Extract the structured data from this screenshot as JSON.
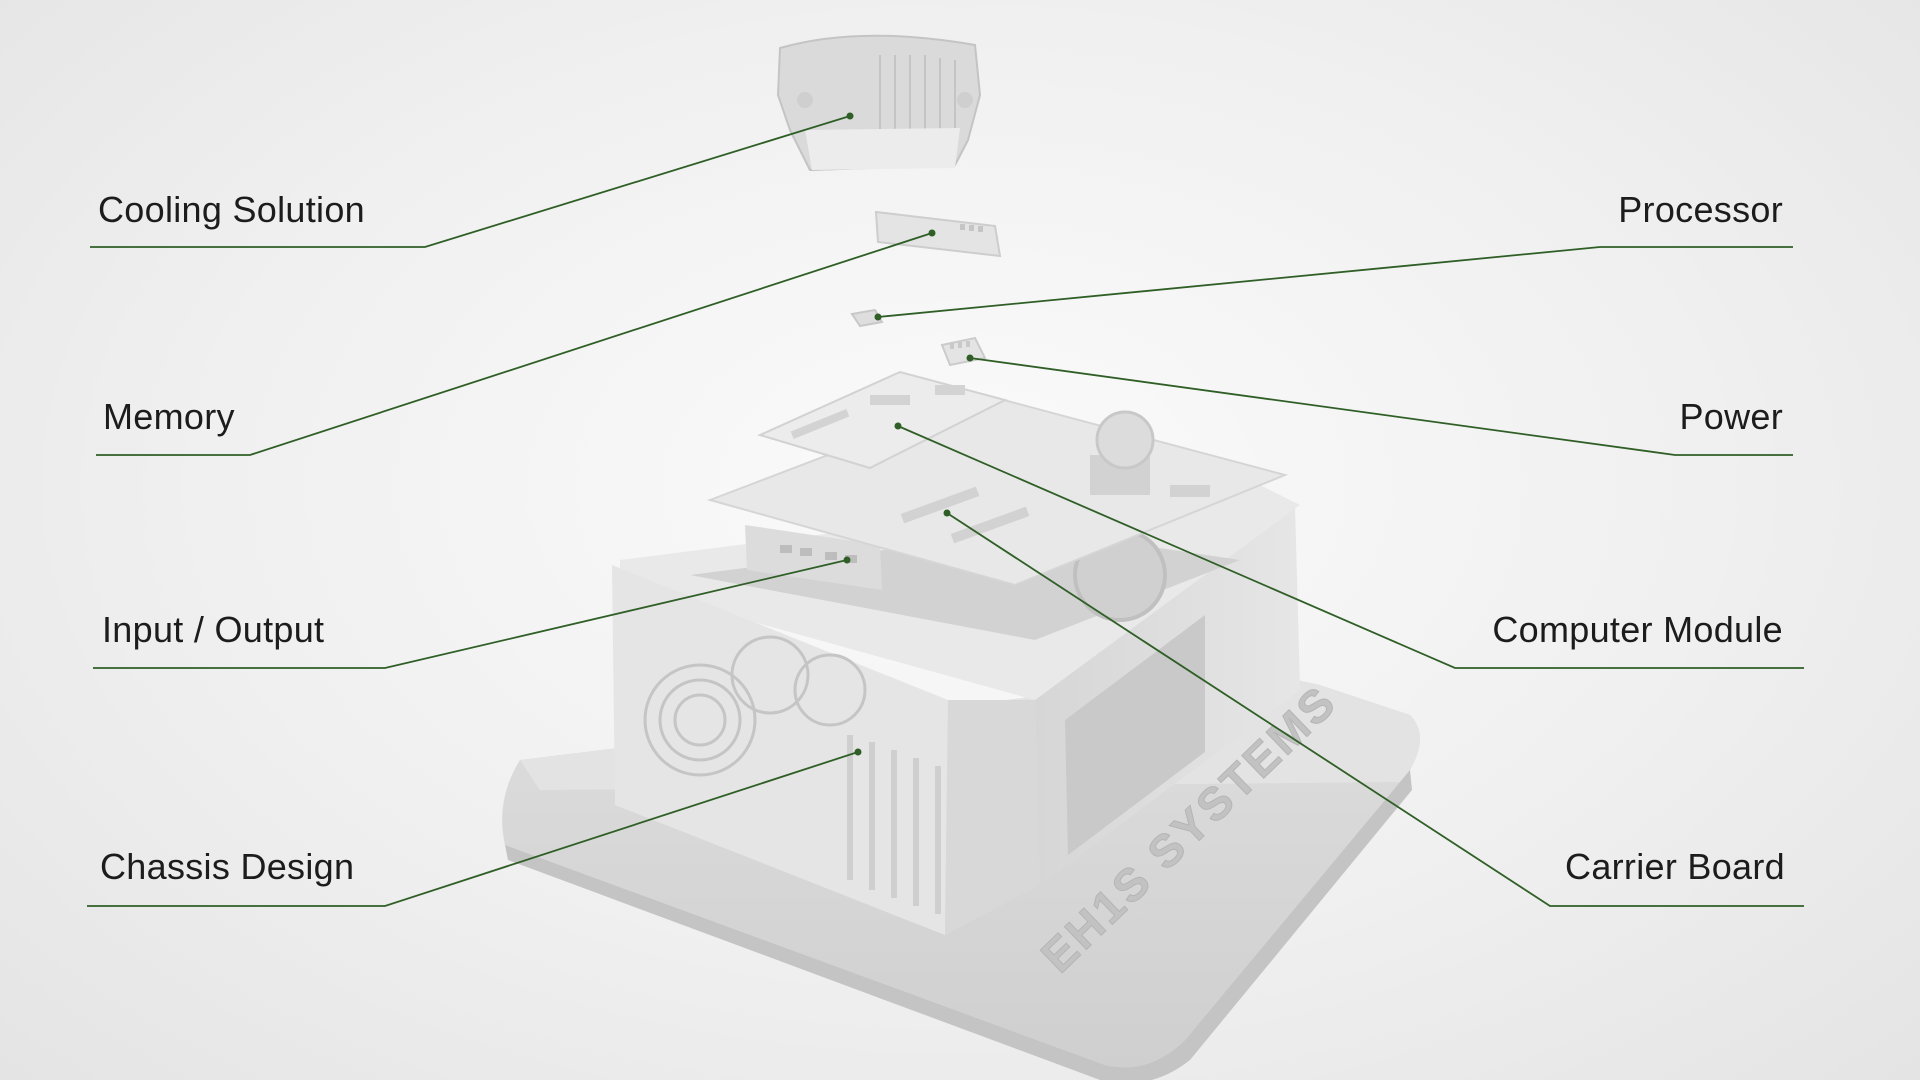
{
  "labels": {
    "cooling": "Cooling Solution",
    "memory": "Memory",
    "io": "Input / Output",
    "chassis": "Chassis Design",
    "processor": "Processor",
    "power": "Power",
    "module": "Computer Module",
    "carrier": "Carrier Board"
  },
  "brand_engraving": "EH1S SYSTEMS",
  "colors": {
    "leader_line": "#2f5f26",
    "model": "#d9d9d9",
    "background": "#f1f1f1"
  }
}
